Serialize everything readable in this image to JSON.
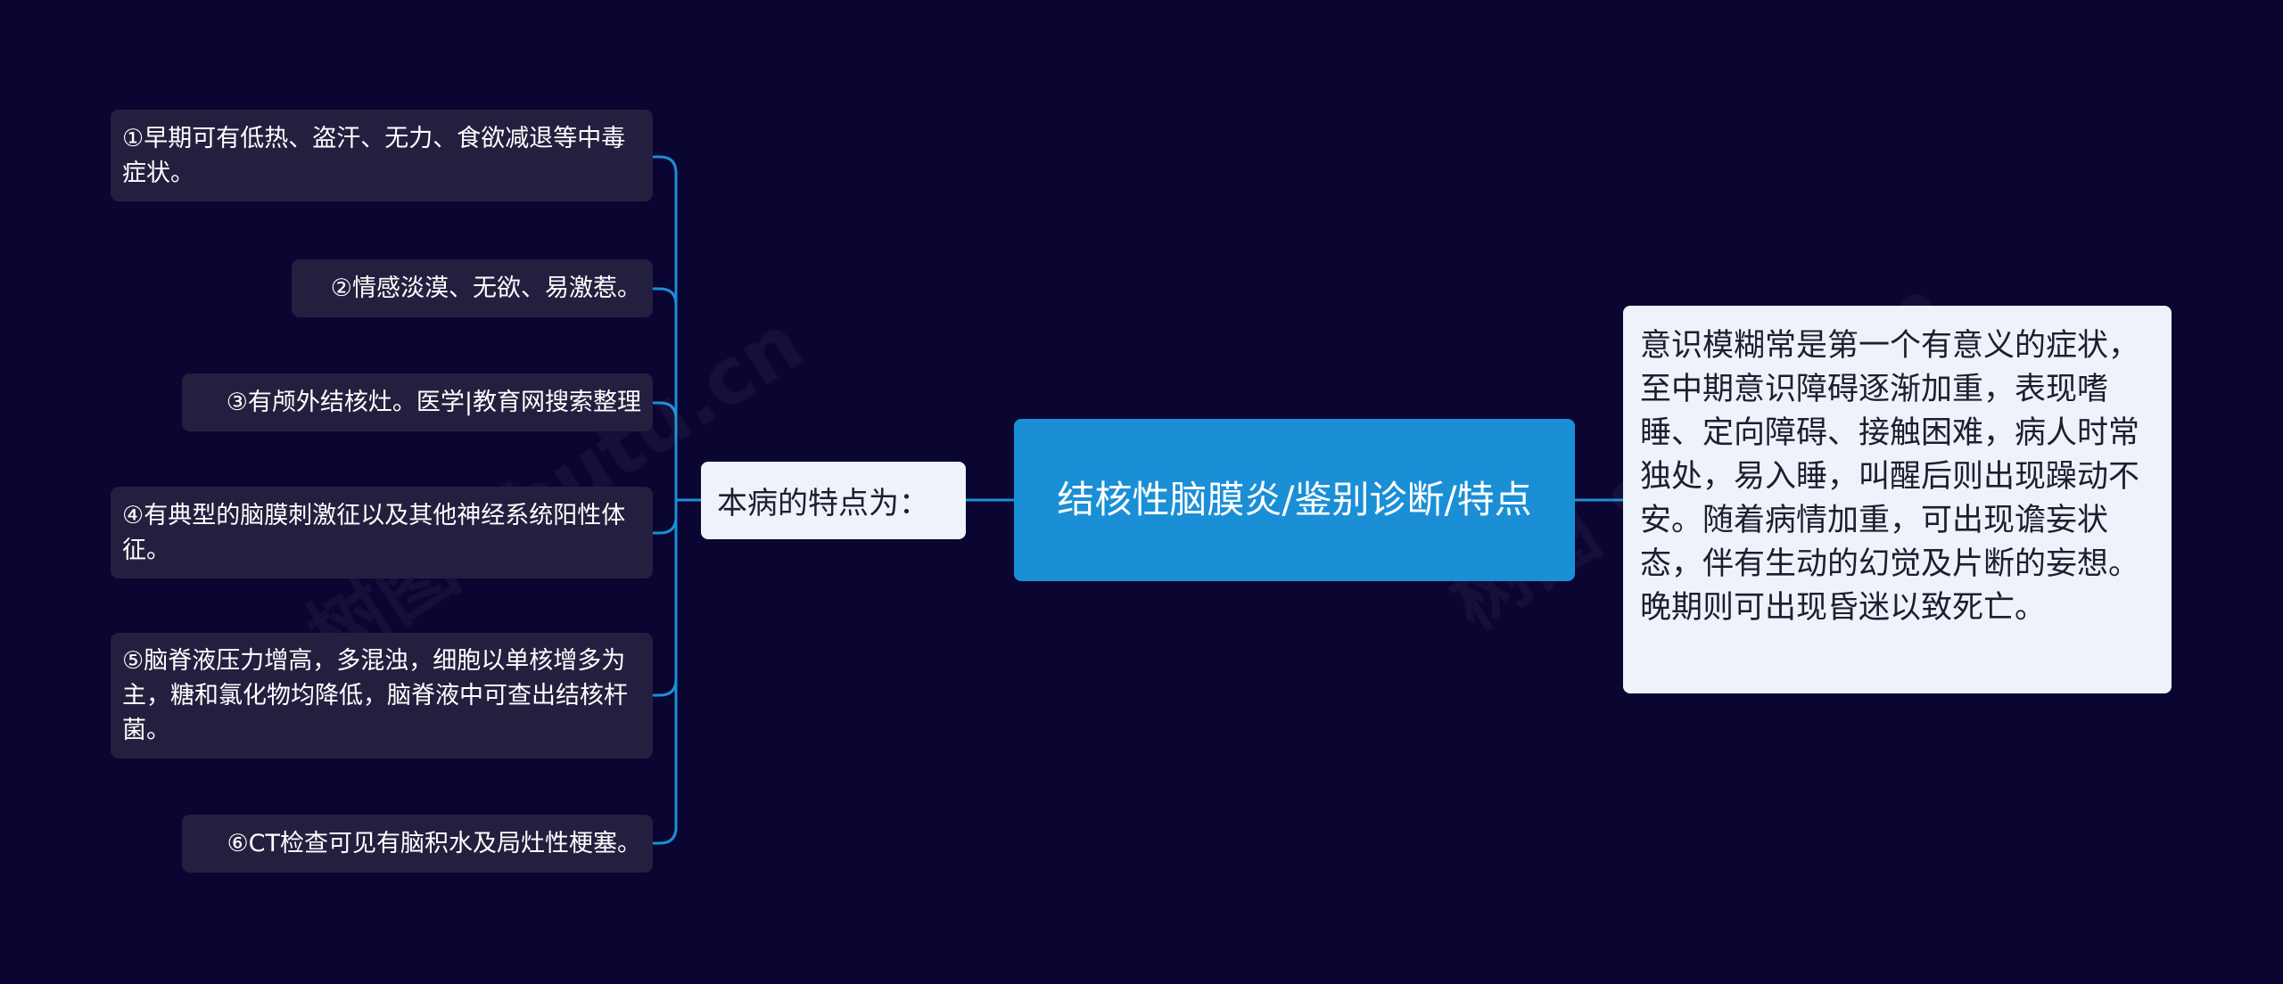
{
  "root": {
    "label": "结核性脑膜炎/鉴别诊断/特点"
  },
  "branch": {
    "label": "本病的特点为："
  },
  "detail": {
    "text": "意识模糊常是第一个有意义的症状，至中期意识障碍逐渐加重，表现嗜睡、定向障碍、接触困难，病人时常独处，易入睡，叫醒后则出现躁动不安。随着病情加重，可出现谵妄状态，伴有生动的幻觉及片断的妄想。晚期则可出现昏迷以致死亡。"
  },
  "leaves": [
    {
      "text": "①早期可有低热、盗汗、无力、食欲减退等中毒症状。"
    },
    {
      "text": "②情感淡漠、无欲、易激惹。"
    },
    {
      "text": "③有颅外结核灶。医学|教育网搜索整理"
    },
    {
      "text": "④有典型的脑膜刺激征以及其他神经系统阳性体征。"
    },
    {
      "text": "⑤脑脊液压力增高，多混浊，细胞以单核增多为主，糖和氯化物均降低，脑脊液中可查出结核杆菌。"
    },
    {
      "text": "⑥CT检查可见有脑积水及局灶性梗塞。"
    }
  ],
  "watermark": {
    "text": "树图 shutu.cn"
  },
  "colors": {
    "background": "#0b0631",
    "root": "#1a8fd6",
    "connector": "#1a8fd6",
    "light_node": "#eef3fb",
    "leaf_node": "#23203f"
  }
}
